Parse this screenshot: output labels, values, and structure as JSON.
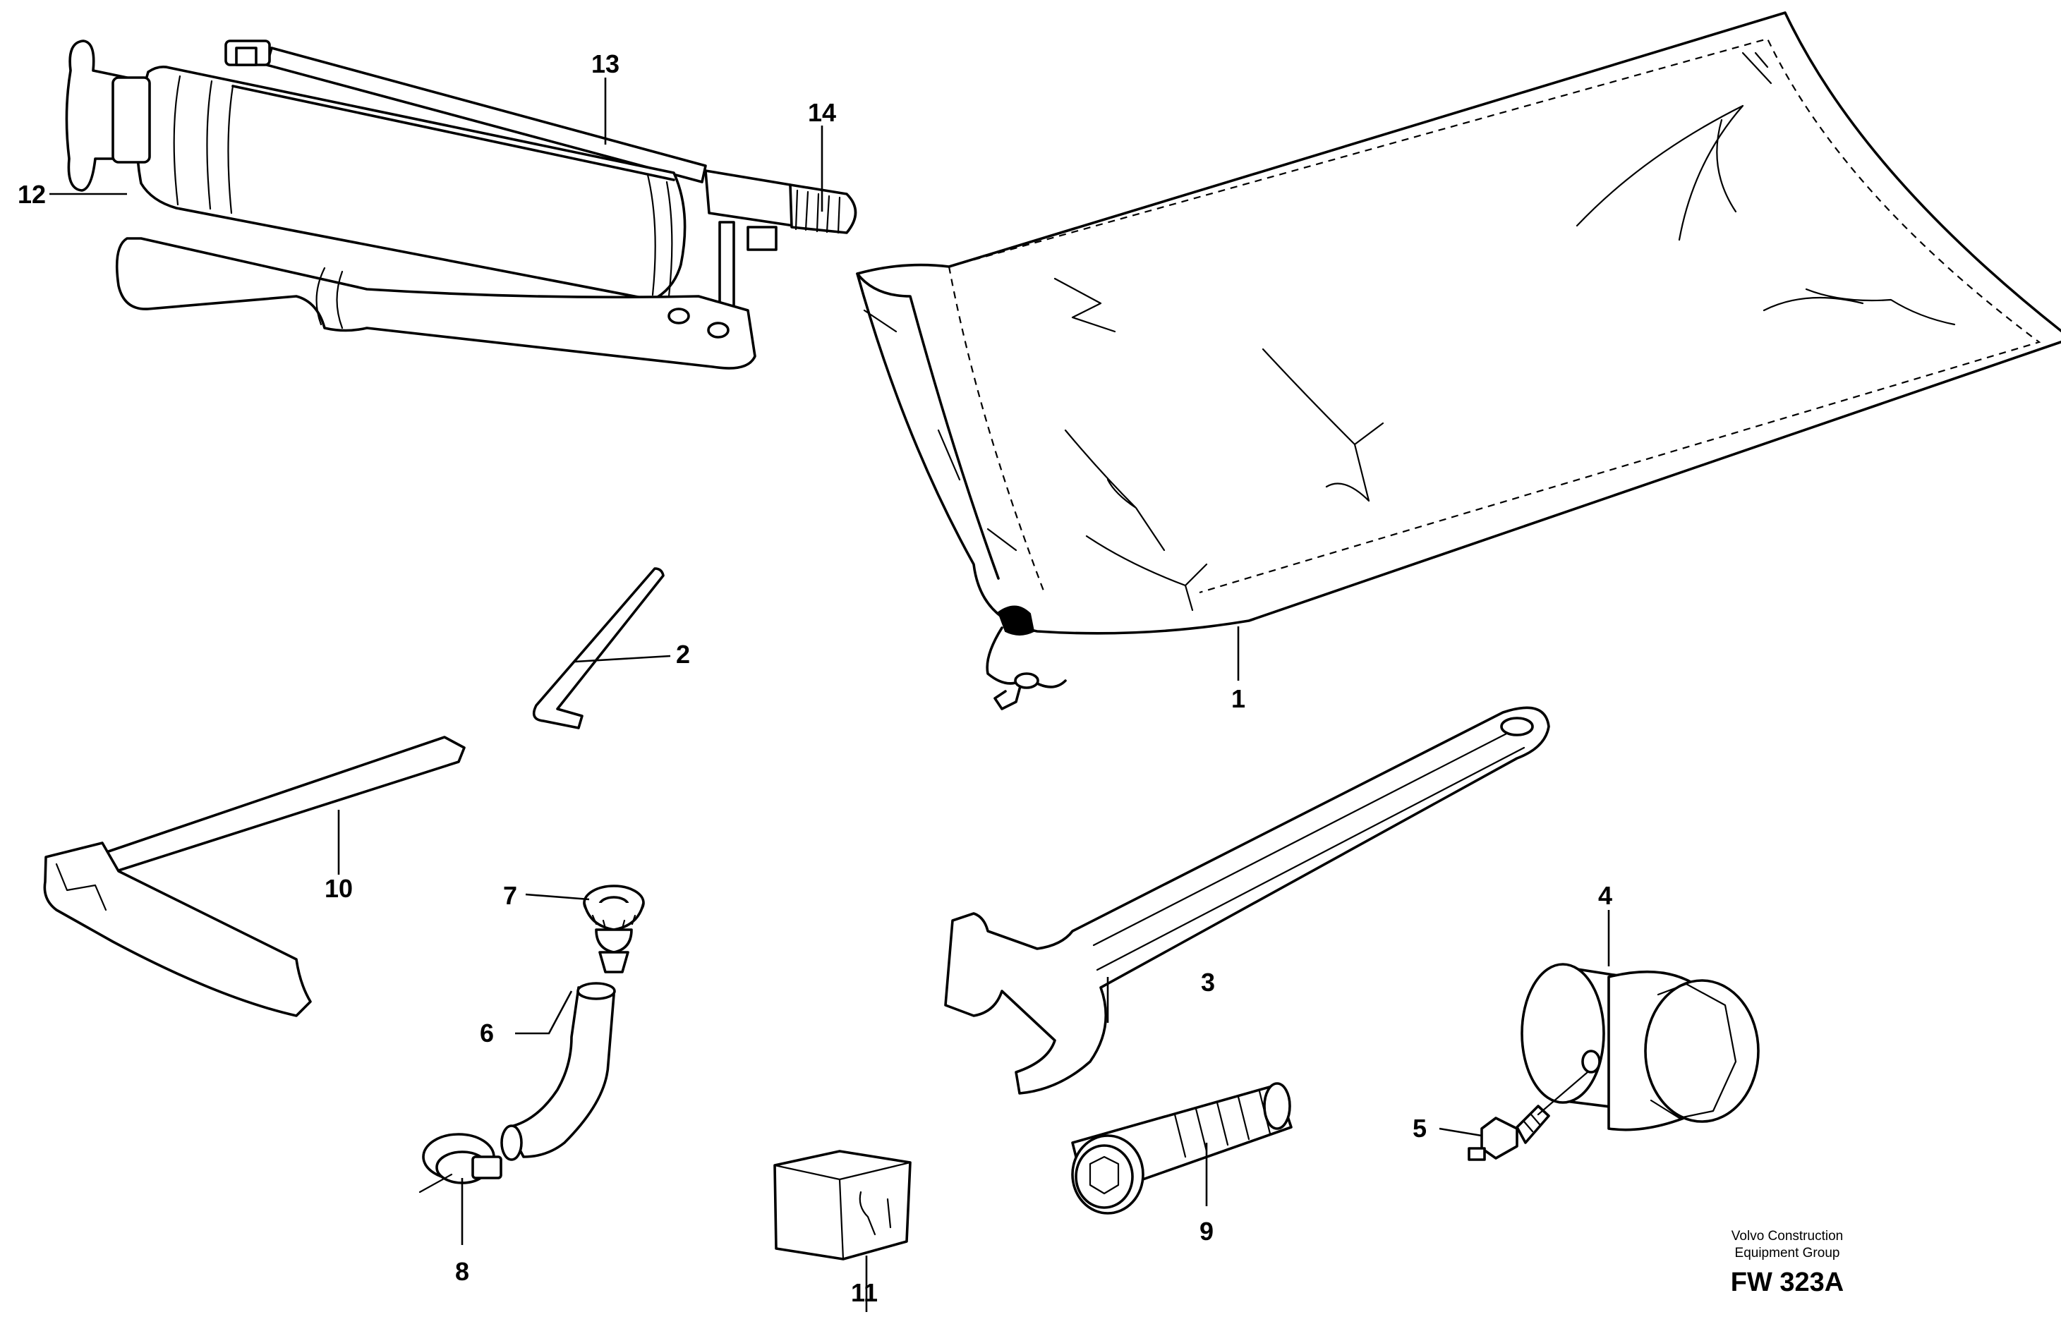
{
  "callouts": {
    "c1": "1",
    "c2": "2",
    "c3": "3",
    "c4": "4",
    "c5": "5",
    "c6": "6",
    "c7": "7",
    "c8": "8",
    "c9": "9",
    "c10": "10",
    "c11": "11",
    "c12": "12",
    "c13": "13",
    "c14": "14"
  },
  "footer": {
    "company_line1": "Volvo Construction",
    "company_line2": "Equipment Group",
    "figure_code": "FW 323A"
  },
  "colors": {
    "ink": "#000000",
    "paper": "#ffffff"
  }
}
